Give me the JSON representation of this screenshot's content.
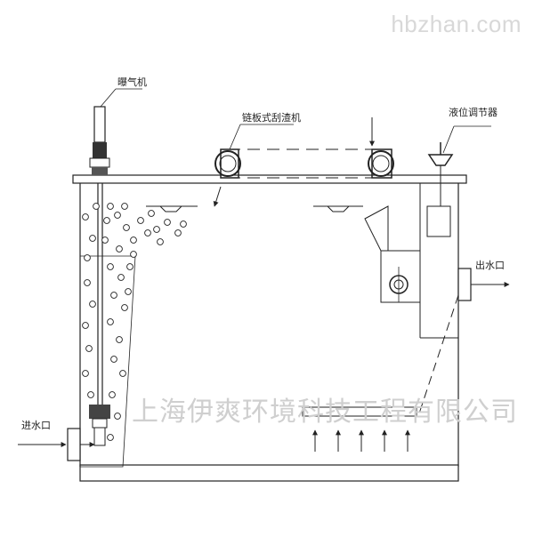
{
  "watermark": {
    "site": "hbzhan.com",
    "company": "上海伊爽环境科技工程有限公司"
  },
  "labels": {
    "aerator": "曝气机",
    "scraper": "链板式刮渣机",
    "level_regulator": "液位调节器",
    "outlet": "出水口",
    "inlet": "进水口"
  }
}
